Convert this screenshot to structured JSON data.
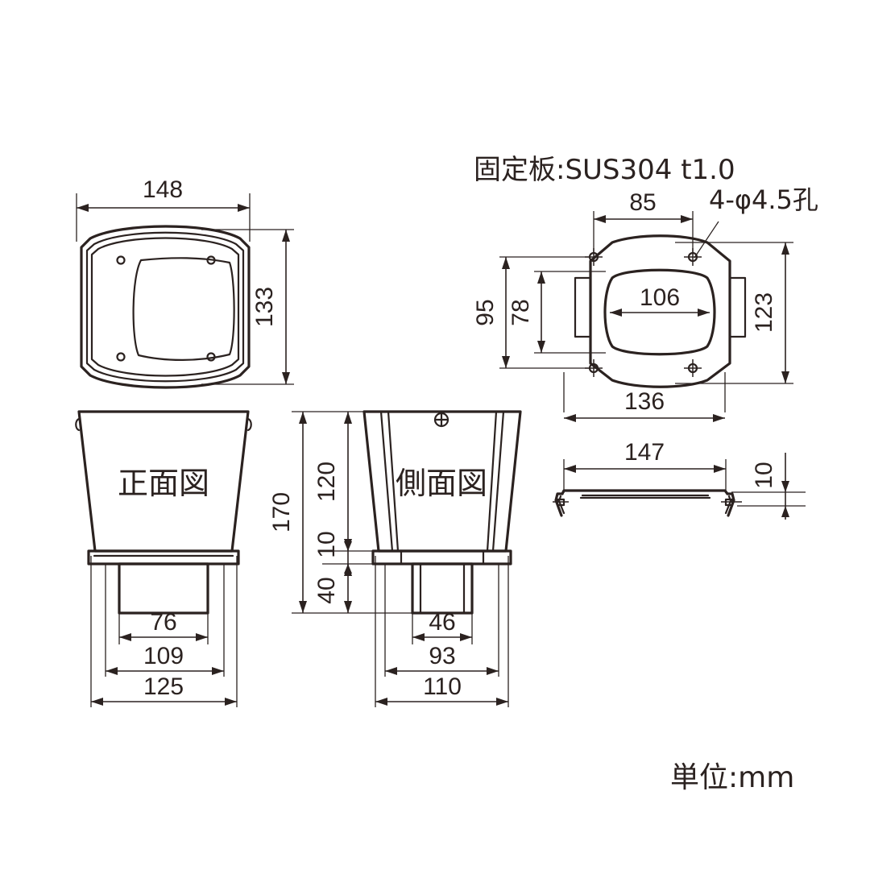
{
  "drawing": {
    "title_note": "固定板:SUS304  t1.0",
    "hole_note": "4-φ4.5孔",
    "unit_note": "単位:mm",
    "views": {
      "front_label": "正面図",
      "side_label": "側面図"
    },
    "dimensions": {
      "top_left_view": {
        "width": "148",
        "height": "133"
      },
      "fixing_plate": {
        "hole_pitch_x": "85",
        "aperture_width": "106",
        "plate_width": "136",
        "hole_pitch_y": "95",
        "aperture_height": "78",
        "plate_height": "123"
      },
      "front_view": {
        "spigot": "76",
        "base_inner": "109",
        "base_outer": "125"
      },
      "side_view": {
        "total_height": "170",
        "body_height": "120",
        "base_height": "40",
        "flange_height": "10",
        "spigot": "46",
        "base_inner": "93",
        "base_outer": "110"
      },
      "plate_section": {
        "length": "147",
        "depth": "10"
      }
    },
    "colors": {
      "line": "#2b2220",
      "background": "#ffffff"
    }
  }
}
